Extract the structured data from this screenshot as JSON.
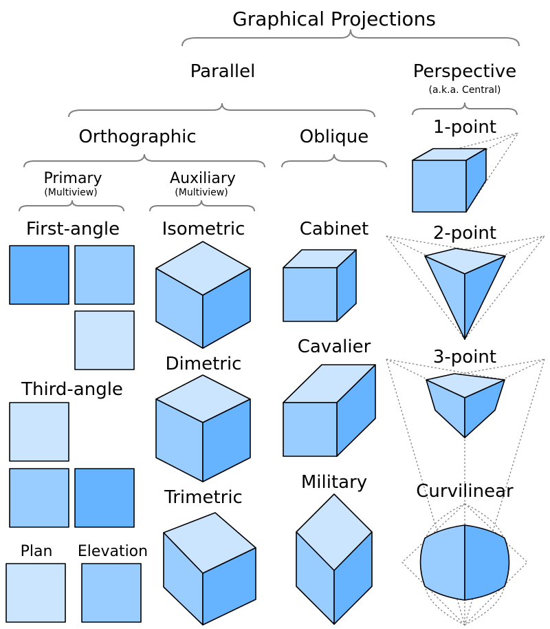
{
  "title": "Graphical Projections",
  "parallel": {
    "label": "Parallel",
    "orthographic": {
      "label": "Orthographic",
      "primary": {
        "label": "Primary",
        "sublabel": "(Multiview)",
        "first_angle": "First-angle",
        "third_angle": "Third-angle",
        "plan": "Plan",
        "elevation": "Elevation"
      },
      "auxiliary": {
        "label": "Auxiliary",
        "sublabel": "(Multiview)",
        "isometric": "Isometric",
        "dimetric": "Dimetric",
        "trimetric": "Trimetric"
      }
    },
    "oblique": {
      "label": "Oblique",
      "cabinet": "Cabinet",
      "cavalier": "Cavalier",
      "military": "Military"
    }
  },
  "perspective": {
    "label": "Perspective",
    "sublabel": "(a.k.a. Central)",
    "one_point": "1-point",
    "two_point": "2-point",
    "three_point": "3-point",
    "curvilinear": "Curvilinear"
  },
  "colors": {
    "face_light": "#cce5ff",
    "face_mid": "#99ccff",
    "face_dark": "#66b3ff",
    "brace": "#808080",
    "construction_line": "#808080",
    "outline": "#000000"
  }
}
